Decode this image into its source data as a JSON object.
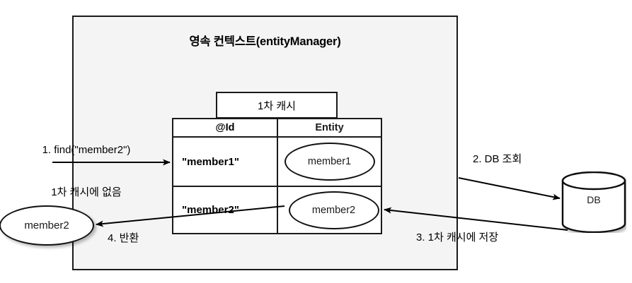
{
  "diagram": {
    "title": "영속 컨텍스트(entityManager)",
    "cache_box_label": "1차 캐시",
    "table": {
      "headers": [
        "@Id",
        "Entity"
      ],
      "rows": [
        {
          "id": "\"member1\"",
          "entity": "member1"
        },
        {
          "id": "\"member2\"",
          "entity": "member2"
        }
      ]
    },
    "returned_entity": "member2",
    "database": {
      "label": "DB"
    },
    "steps": [
      {
        "number": "1",
        "text_line1": "1. find(\"member2\")",
        "text_line2": "1차 캐시에 없음"
      },
      {
        "number": "2",
        "text": "2. DB 조회"
      },
      {
        "number": "3",
        "text": "3. 1차 캐시에 저장"
      },
      {
        "number": "4",
        "text": "4. 반환"
      }
    ],
    "colors": {
      "context_fill": "#f4f4f4",
      "stroke": "#1a1a1a",
      "table_fill": "#ffffff",
      "page_background": "#ffffff"
    }
  }
}
